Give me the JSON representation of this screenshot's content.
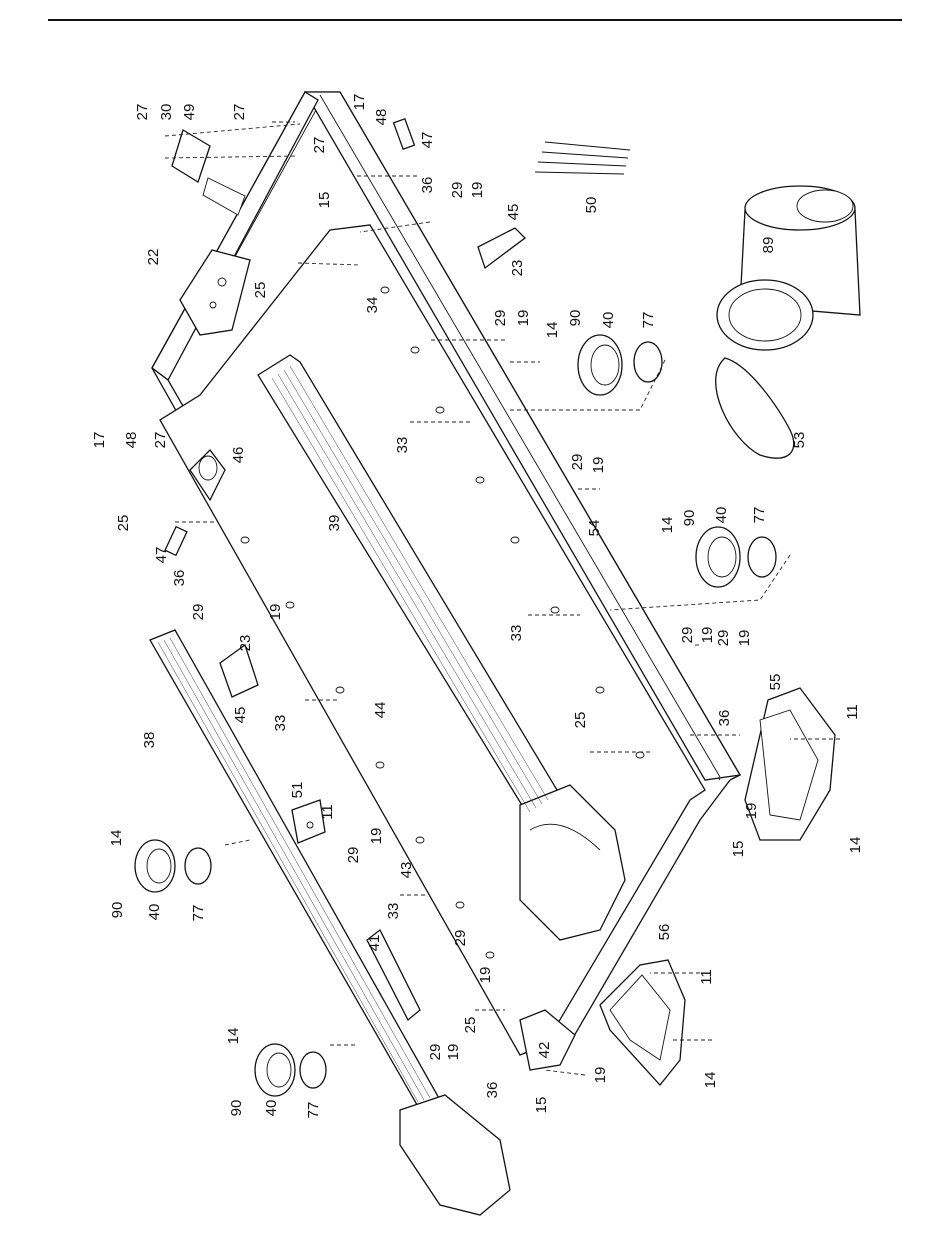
{
  "diagram": {
    "callouts": [
      {
        "id": "c27a",
        "text": "27"
      },
      {
        "id": "c30",
        "text": "30"
      },
      {
        "id": "c49",
        "text": "49"
      },
      {
        "id": "c27b",
        "text": "27"
      },
      {
        "id": "c17a",
        "text": "17"
      },
      {
        "id": "c48a",
        "text": "48"
      },
      {
        "id": "c27c",
        "text": "27"
      },
      {
        "id": "c47a",
        "text": "47"
      },
      {
        "id": "c50",
        "text": "50"
      },
      {
        "id": "c15a",
        "text": "15"
      },
      {
        "id": "c36a",
        "text": "36"
      },
      {
        "id": "c29a",
        "text": "29"
      },
      {
        "id": "c19a",
        "text": "19"
      },
      {
        "id": "c45a",
        "text": "45"
      },
      {
        "id": "c89",
        "text": "89"
      },
      {
        "id": "c22",
        "text": "22"
      },
      {
        "id": "c23a",
        "text": "23"
      },
      {
        "id": "c25a",
        "text": "25"
      },
      {
        "id": "c34",
        "text": "34"
      },
      {
        "id": "c29b",
        "text": "29"
      },
      {
        "id": "c19b",
        "text": "19"
      },
      {
        "id": "c14a",
        "text": "14"
      },
      {
        "id": "c90a",
        "text": "90"
      },
      {
        "id": "c40a",
        "text": "40"
      },
      {
        "id": "c77a",
        "text": "77"
      },
      {
        "id": "c33a",
        "text": "33"
      },
      {
        "id": "c53",
        "text": "53"
      },
      {
        "id": "c17b",
        "text": "17"
      },
      {
        "id": "c48b",
        "text": "48"
      },
      {
        "id": "c27d",
        "text": "27"
      },
      {
        "id": "c46",
        "text": "46"
      },
      {
        "id": "c29c",
        "text": "29"
      },
      {
        "id": "c19c",
        "text": "19"
      },
      {
        "id": "c25b",
        "text": "25"
      },
      {
        "id": "c39",
        "text": "39"
      },
      {
        "id": "c14b",
        "text": "14"
      },
      {
        "id": "c90b",
        "text": "90"
      },
      {
        "id": "c40b",
        "text": "40"
      },
      {
        "id": "c77b",
        "text": "77"
      },
      {
        "id": "c47b",
        "text": "47"
      },
      {
        "id": "c54",
        "text": "54"
      },
      {
        "id": "c36b",
        "text": "36"
      },
      {
        "id": "c29d",
        "text": "29"
      },
      {
        "id": "c19d",
        "text": "19"
      },
      {
        "id": "c23b",
        "text": "23"
      },
      {
        "id": "c33b",
        "text": "33"
      },
      {
        "id": "c29e",
        "text": "29"
      },
      {
        "id": "c19e",
        "text": "19"
      },
      {
        "id": "c29f",
        "text": "29"
      },
      {
        "id": "c19f",
        "text": "19"
      },
      {
        "id": "c45b",
        "text": "45"
      },
      {
        "id": "c55",
        "text": "55"
      },
      {
        "id": "c33c",
        "text": "33"
      },
      {
        "id": "c36c",
        "text": "36"
      },
      {
        "id": "c38",
        "text": "38"
      },
      {
        "id": "c44",
        "text": "44"
      },
      {
        "id": "c25c",
        "text": "25"
      },
      {
        "id": "c11a",
        "text": "11"
      },
      {
        "id": "c51",
        "text": "51"
      },
      {
        "id": "c11b",
        "text": "11"
      },
      {
        "id": "c14c",
        "text": "14"
      },
      {
        "id": "c19g",
        "text": "19"
      },
      {
        "id": "c15b",
        "text": "15"
      },
      {
        "id": "c14d",
        "text": "14"
      },
      {
        "id": "c29g",
        "text": "29"
      },
      {
        "id": "c19h",
        "text": "19"
      },
      {
        "id": "c43",
        "text": "43"
      },
      {
        "id": "c90c",
        "text": "90"
      },
      {
        "id": "c40c",
        "text": "40"
      },
      {
        "id": "c77c",
        "text": "77"
      },
      {
        "id": "c33d",
        "text": "33"
      },
      {
        "id": "c29h",
        "text": "29"
      },
      {
        "id": "c41",
        "text": "41"
      },
      {
        "id": "c19i",
        "text": "19"
      },
      {
        "id": "c56",
        "text": "56"
      },
      {
        "id": "c29i",
        "text": "29"
      },
      {
        "id": "c19j",
        "text": "19"
      },
      {
        "id": "c25d",
        "text": "25"
      },
      {
        "id": "c42",
        "text": "42"
      },
      {
        "id": "c11c",
        "text": "11"
      },
      {
        "id": "c14e",
        "text": "14"
      },
      {
        "id": "c90d",
        "text": "90"
      },
      {
        "id": "c40d",
        "text": "40"
      },
      {
        "id": "c77d",
        "text": "77"
      },
      {
        "id": "c36d",
        "text": "36"
      },
      {
        "id": "c15c",
        "text": "15"
      },
      {
        "id": "c19k",
        "text": "19"
      },
      {
        "id": "c14f",
        "text": "14"
      }
    ]
  }
}
